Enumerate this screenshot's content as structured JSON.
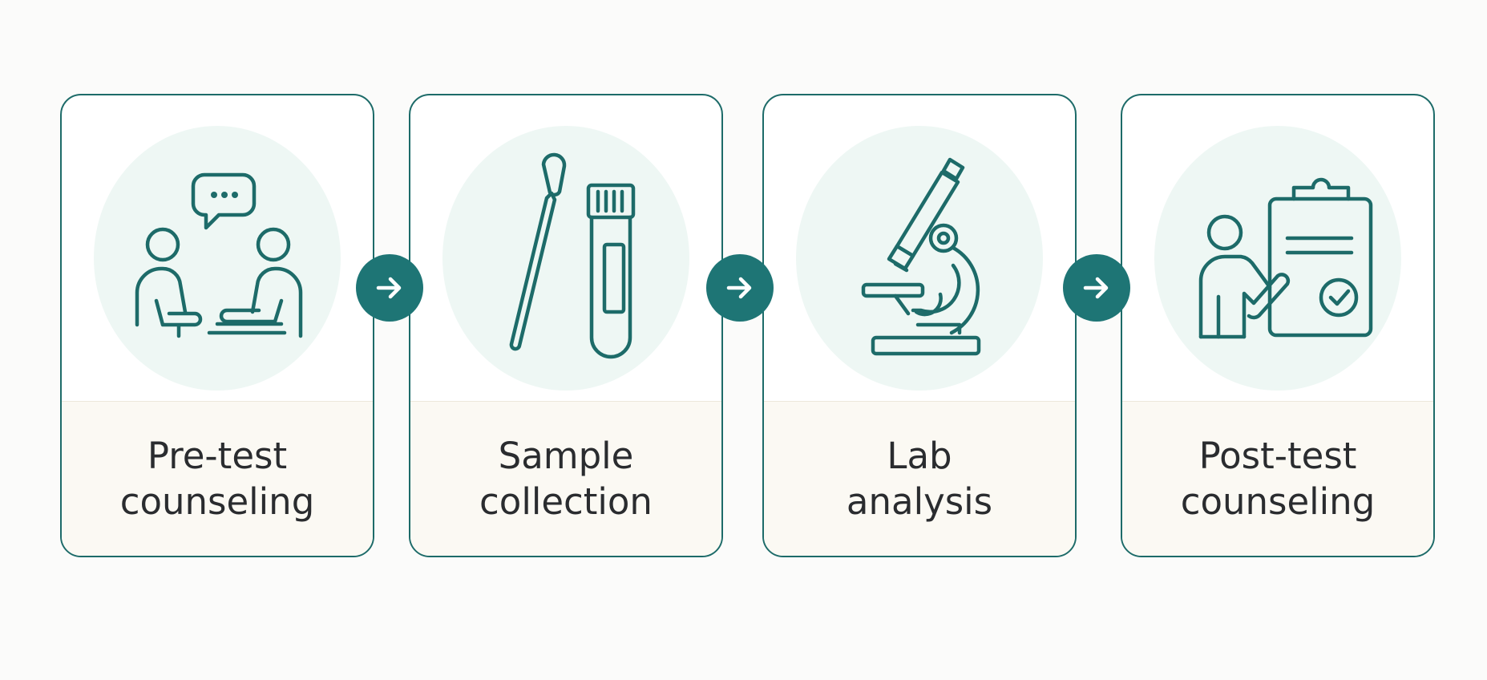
{
  "steps": [
    {
      "line1": "Pre-test",
      "line2": "counseling",
      "icon": "counseling-icon"
    },
    {
      "line1": "Sample",
      "line2": "collection",
      "icon": "swab-and-tube-icon"
    },
    {
      "line1": "Lab",
      "line2": "analysis",
      "icon": "microscope-icon"
    },
    {
      "line1": "Post-test",
      "line2": "counseling",
      "icon": "clipboard-results-icon"
    }
  ],
  "colors": {
    "accent": "#1d6b69",
    "arrow_fill": "#1e7575",
    "icon_bg": "#eef7f4",
    "label_bg": "#fbf9f3",
    "text": "#2a2c2f"
  },
  "connectors": {
    "icon": "arrow-right-icon"
  }
}
